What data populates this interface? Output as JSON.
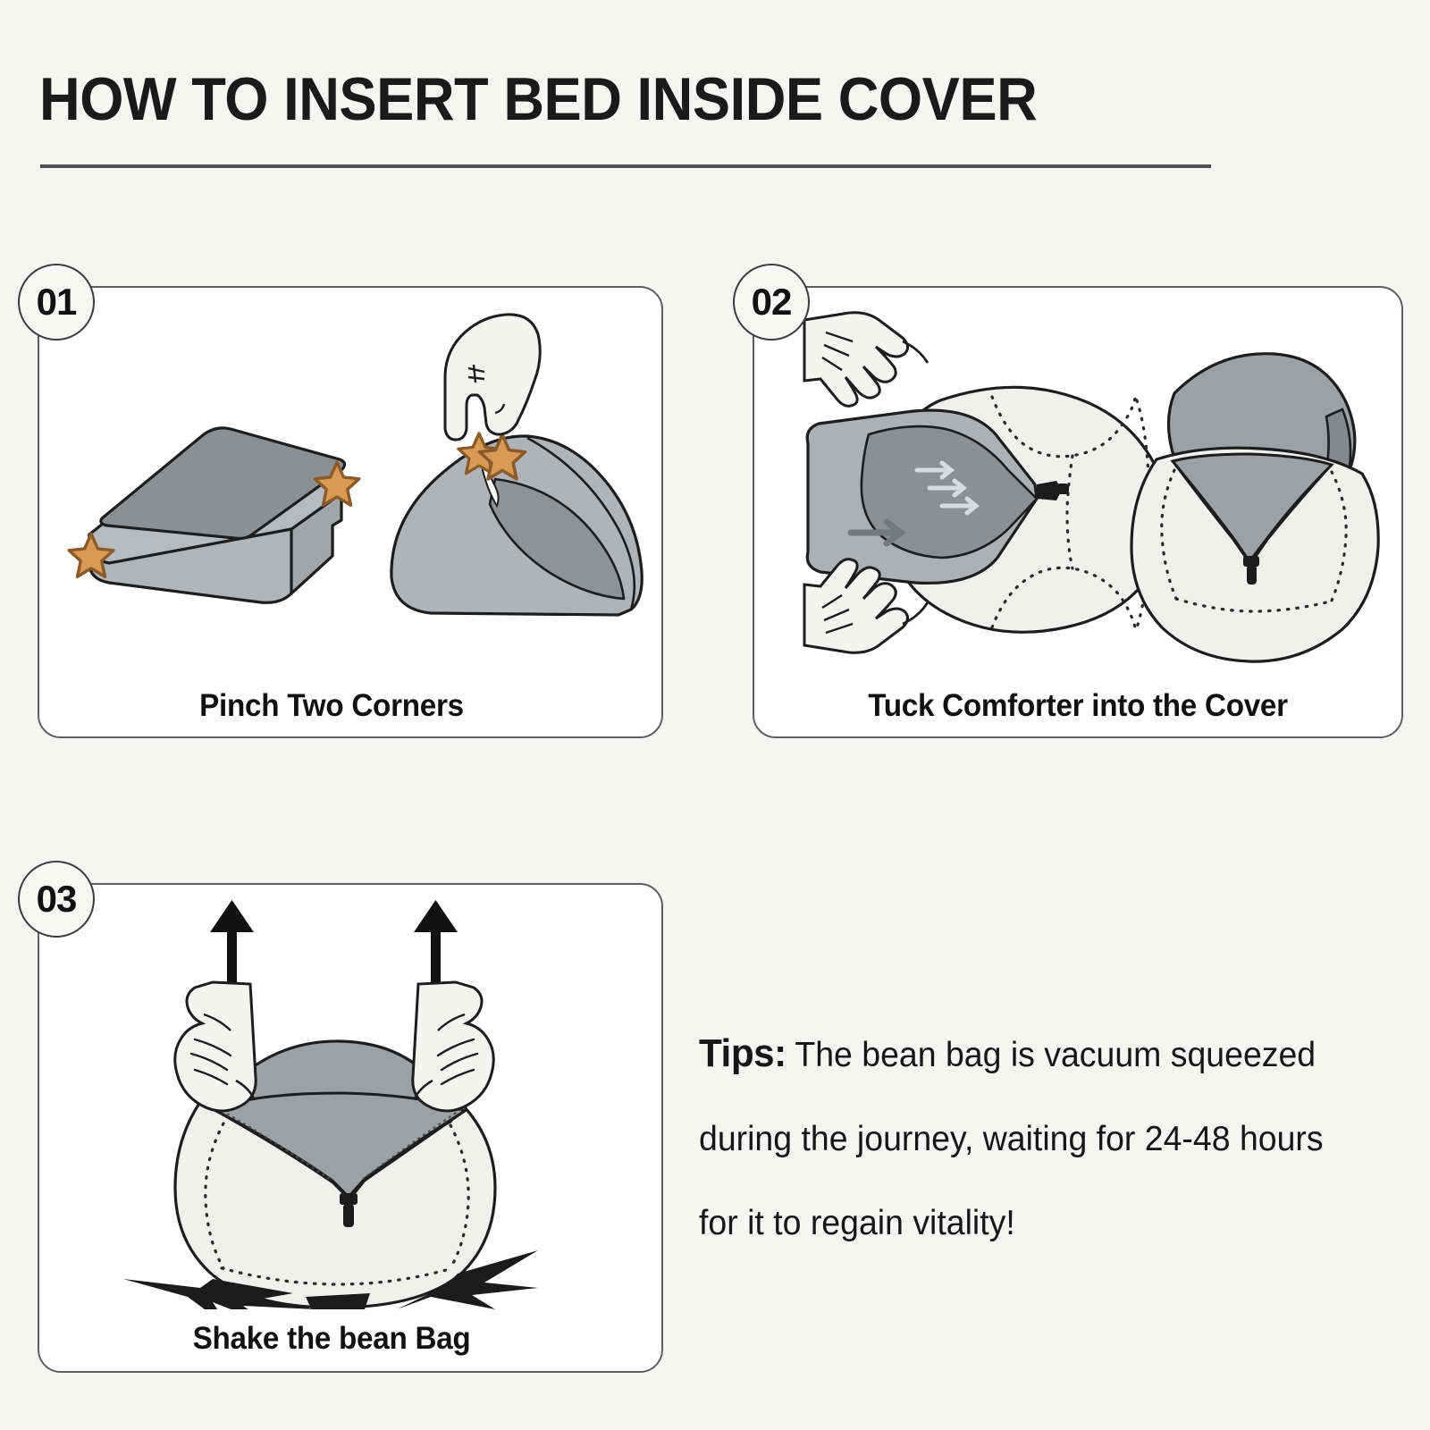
{
  "header": {
    "title": "HOW TO INSERT BED INSIDE COVER"
  },
  "colors": {
    "background": "#f5f5f4",
    "card_background": "#ffffff",
    "card_border": "#5d5f61",
    "text": "#1a1a1a",
    "accent_orange": "#d4822a",
    "star_fill": "#d99a56",
    "star_stroke": "#8a5a2b",
    "comforter_dark_grey": "#8d8f91",
    "comforter_light_grey": "#b0b3b5",
    "cover_white": "#f0f0ef",
    "zipper_black": "#1b1b1b"
  },
  "steps": [
    {
      "number": "01",
      "caption": "Pinch Two Corners",
      "illustration": "folded-comforter-with-two-star-corners-and-hand-pinching"
    },
    {
      "number": "02",
      "caption": "Tuck Comforter into the Cover",
      "illustration": "two-hands-tucking-grey-comforter-into-white-bean-bag-cover-with-rotation-arrow"
    },
    {
      "number": "03",
      "caption": "Shake the bean Bag",
      "illustration": "two-hands-lifting-bean-bag-with-up-arrows-and-impact-burst"
    }
  ],
  "tips": {
    "label": "Tips:",
    "line1": "The bean bag is vacuum squeezed",
    "line2": "during the journey, waiting for 24-48 hours",
    "line3": "for it to regain vitality!",
    "full_text": "Tips: The bean bag is vacuum squeezed during the journey, waiting for 24-48 hours for it to regain vitality!"
  }
}
